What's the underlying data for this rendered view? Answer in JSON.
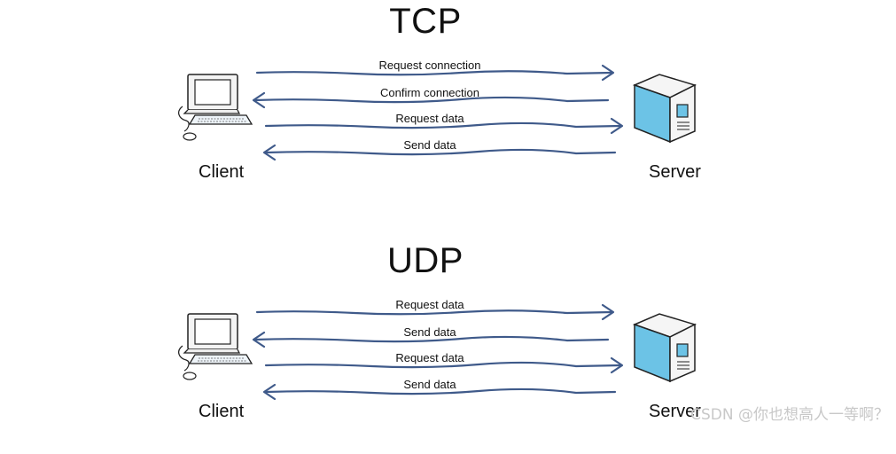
{
  "tcp": {
    "title": "TCP",
    "client": "Client",
    "server": "Server",
    "messages": [
      {
        "label": "Request connection",
        "direction": "right"
      },
      {
        "label": "Confirm connection",
        "direction": "left"
      },
      {
        "label": "Request data",
        "direction": "right"
      },
      {
        "label": "Send data",
        "direction": "left"
      }
    ]
  },
  "udp": {
    "title": "UDP",
    "client": "Client",
    "server": "Server",
    "messages": [
      {
        "label": "Request data",
        "direction": "right"
      },
      {
        "label": "Send data",
        "direction": "left"
      },
      {
        "label": "Request data",
        "direction": "right"
      },
      {
        "label": "Send data",
        "direction": "left"
      }
    ]
  },
  "watermark": "CSDN @你也想高人一等啊？",
  "colors": {
    "arrow": "#3f5a8a",
    "server_face": "#6cc3e6",
    "computer_screen": "#ffffff"
  }
}
